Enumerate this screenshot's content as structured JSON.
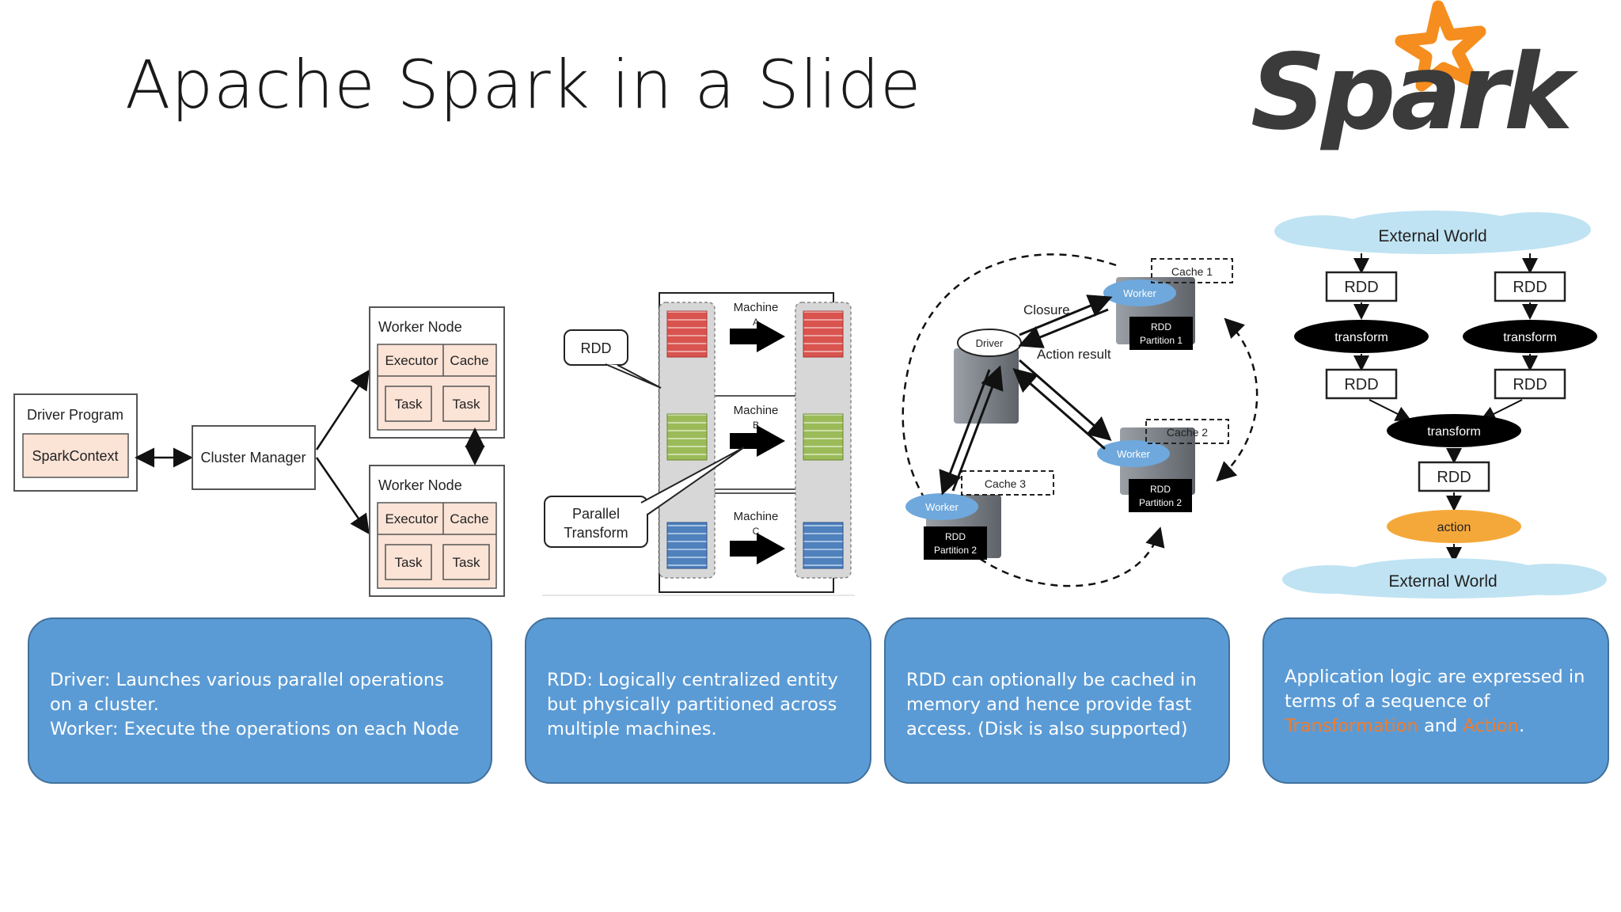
{
  "slide": {
    "title": "Apache Spark in a Slide",
    "logo_text": "Spark"
  },
  "diagram1": {
    "driver_program": "Driver Program",
    "spark_context": "SparkContext",
    "cluster_manager": "Cluster Manager",
    "worker_node": "Worker Node",
    "executor": "Executor",
    "cache": "Cache",
    "task": "Task"
  },
  "diagram2": {
    "rdd": "RDD",
    "parallel": "Parallel",
    "transform": "Transform",
    "machine": "Machine",
    "machine_a": "A",
    "machine_b": "B",
    "machine_c": "C"
  },
  "diagram3": {
    "closure": "Closure",
    "action_result": "Action result",
    "driver": "Driver",
    "worker": "Worker",
    "cache1": "Cache 1",
    "cache2": "Cache 2",
    "cache3": "Cache 3",
    "rdd": "RDD",
    "partition1": "Partition 1",
    "partition2": "Partition 2"
  },
  "diagram4": {
    "external_world": "External World",
    "rdd": "RDD",
    "transform": "transform",
    "action": "action"
  },
  "captions": {
    "box1_line1": "Driver: Launches various parallel operations on a cluster.",
    "box1_line2": "Worker: Execute the operations on each Node",
    "box2": "RDD: Logically centralized entity but physically partitioned across multiple machines.",
    "box3": "RDD can optionally be cached in memory and hence provide fast access. (Disk is also supported)",
    "box4_prefix": "Application logic are expressed in terms of a sequence of",
    "box4_transformation": "Transformation",
    "box4_and": "and",
    "box4_action": "Action",
    "box4_period": "."
  },
  "colors": {
    "caption_box": "#5b9bd5",
    "highlight": "#ed7d31",
    "executor_fill": "#fbe3d6",
    "rdd_red": "#d9534f",
    "rdd_green": "#9bbb59",
    "rdd_blue": "#4f81bd",
    "cloud": "#bfe3f2",
    "action_pill": "#f5a83a"
  }
}
